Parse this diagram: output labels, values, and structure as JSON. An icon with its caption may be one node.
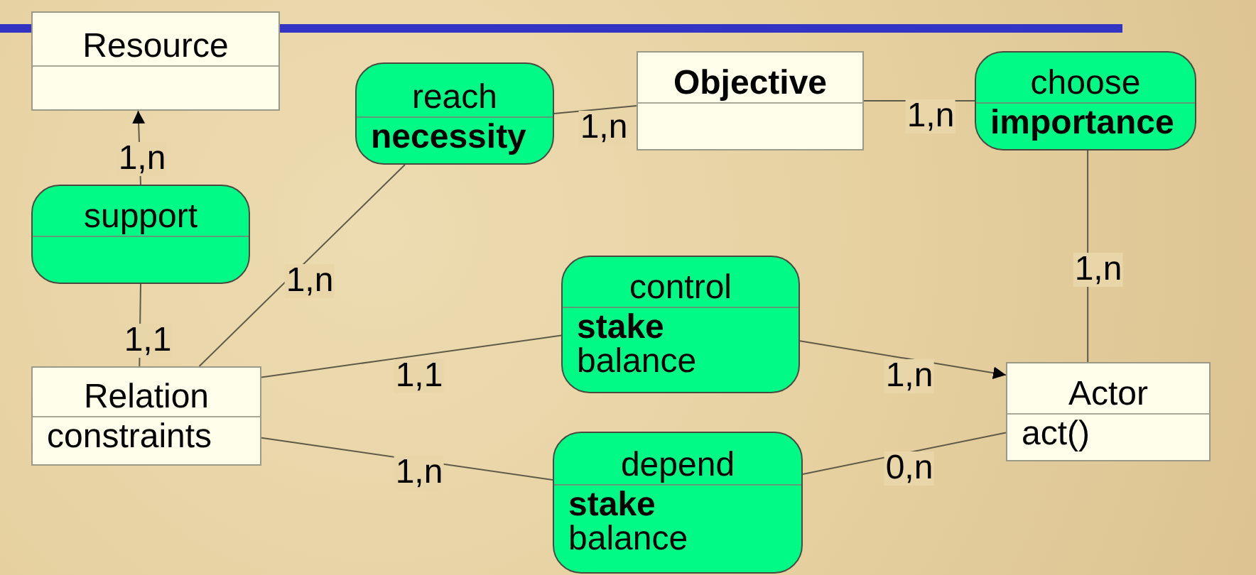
{
  "diagram": {
    "nodes": [
      {
        "text": [
          "Resource"
        ]
      },
      {
        "text": [
          "reach",
          "necessity"
        ]
      },
      {
        "text": [
          "Objective"
        ]
      },
      {
        "text": [
          "choose",
          "importance"
        ]
      },
      {
        "text": [
          "support"
        ]
      },
      {
        "text": [
          "control",
          "stake",
          "balance"
        ]
      },
      {
        "text": [
          "Relation",
          "constraints"
        ]
      },
      {
        "text": [
          "Actor",
          "act()"
        ]
      },
      {
        "text": [
          "depend",
          "stake",
          "balance"
        ]
      }
    ],
    "edges": [
      {
        "from": 4,
        "to": 0,
        "arrow": "to",
        "label": "1,n"
      },
      {
        "from": 6,
        "to": 4,
        "arrow": "none",
        "label": "1,1"
      },
      {
        "from": 6,
        "to": 1,
        "arrow": "none",
        "label": "1,n"
      },
      {
        "from": 1,
        "to": 2,
        "arrow": "none",
        "label": "1,n"
      },
      {
        "from": 2,
        "to": 3,
        "arrow": "none",
        "label": "1,n"
      },
      {
        "from": 3,
        "to": 7,
        "arrow": "none",
        "label": "1,n"
      },
      {
        "from": 6,
        "to": 5,
        "arrow": "none",
        "label": "1,1"
      },
      {
        "from": 5,
        "to": 7,
        "arrow": "to",
        "label": "1,n"
      },
      {
        "from": 6,
        "to": 8,
        "arrow": "none",
        "label": "1,n"
      },
      {
        "from": 8,
        "to": 7,
        "arrow": "none",
        "label": "0,n"
      }
    ]
  }
}
